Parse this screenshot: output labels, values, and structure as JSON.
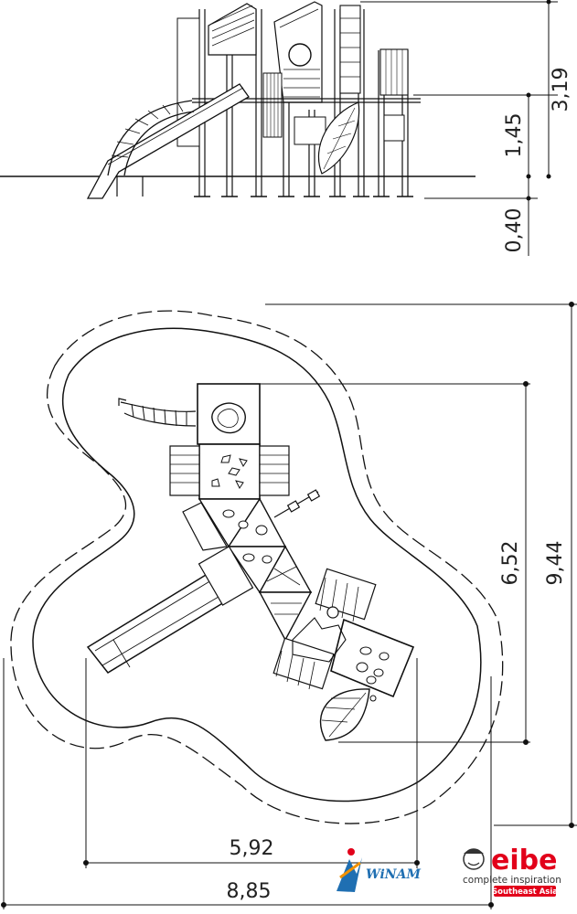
{
  "elevation": {
    "dimensions": {
      "overall_height": "3,19",
      "platform_height": "1,45",
      "footing_depth": "0,40"
    }
  },
  "plan": {
    "dimensions": {
      "depth_structure": "6,52",
      "depth_overall": "9,44",
      "width_structure": "5,92",
      "width_overall": "8,85"
    }
  },
  "logos": {
    "winam": "WiNAM",
    "eibe": "eibe",
    "eibe_tagline": "complete inspiration",
    "eibe_region": "Southeast Asia"
  },
  "colors": {
    "line": "#111111",
    "eibe_red": "#e2001a",
    "winam_blue": "#1f6fb2"
  }
}
